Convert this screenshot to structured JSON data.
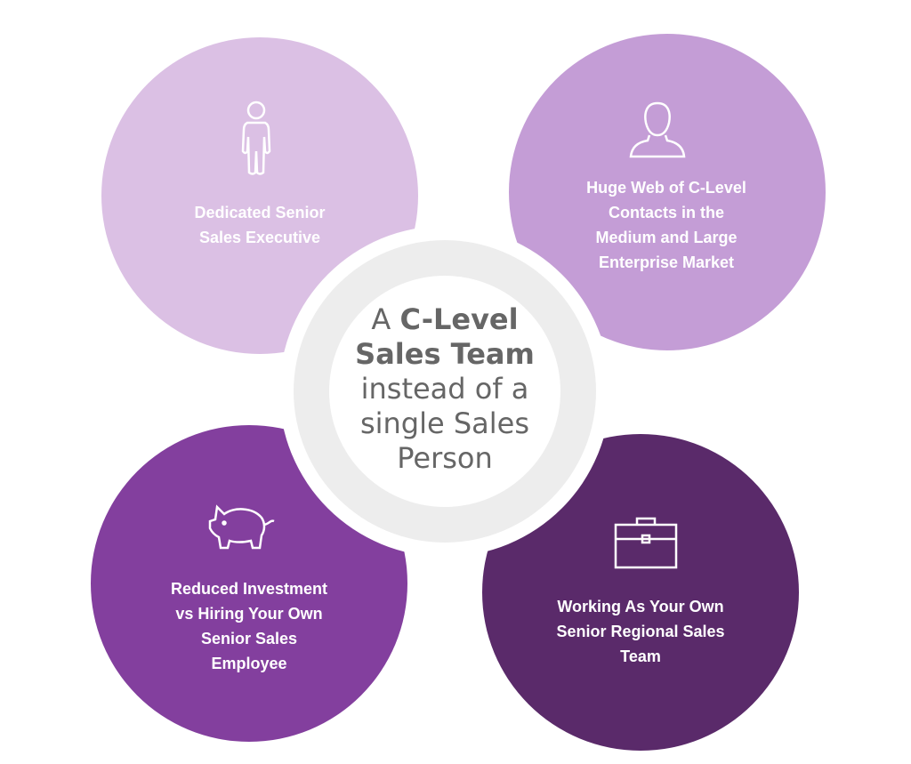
{
  "center": {
    "line1_a": "A ",
    "line1_b": "C-Level",
    "line2": "Sales Team",
    "line3": "instead of a",
    "line4": "single Sales",
    "line5": "Person"
  },
  "items": [
    {
      "icon": "person-icon",
      "lines": [
        "Dedicated Senior",
        "Sales Executive"
      ],
      "color": "#dbc0e4"
    },
    {
      "icon": "user-bust-icon",
      "lines": [
        "Huge Web of  C-Level",
        "Contacts in the",
        "Medium and Large",
        "Enterprise Market"
      ],
      "color": "#c49dd6"
    },
    {
      "icon": "piggy-bank-icon",
      "lines": [
        "Reduced Investment",
        "vs Hiring Your Own",
        "Senior Sales",
        "Employee"
      ],
      "color": "#833f9e"
    },
    {
      "icon": "briefcase-icon",
      "lines": [
        "Working As Your Own",
        "Senior Regional Sales",
        "Team"
      ],
      "color": "#5a2a6a"
    }
  ]
}
